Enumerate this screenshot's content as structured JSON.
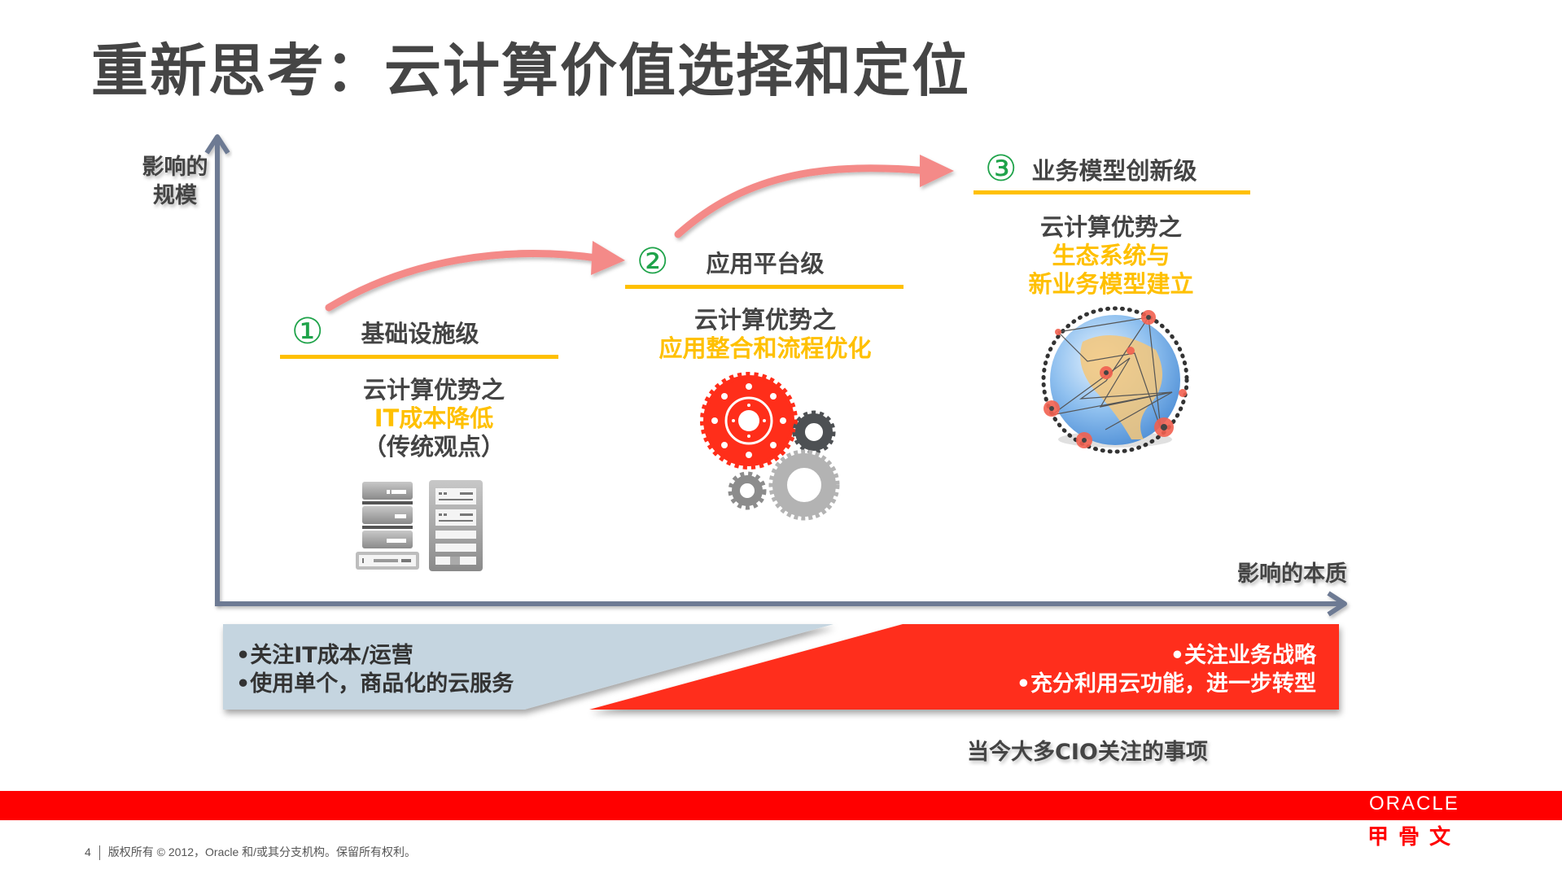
{
  "slide": {
    "title": "重新思考：云计算价值选择和定位",
    "y_axis_label_line1": "影响的",
    "y_axis_label_line2": "规模",
    "x_axis_label": "影响的本质"
  },
  "stages": [
    {
      "number": "①",
      "name": "基础设施级",
      "benefit_prefix": "云计算优势之",
      "benefit_highlight_1": "IT成本降低",
      "benefit_note": "（传统观点）",
      "icon": "server-rack-icon"
    },
    {
      "number": "②",
      "name": "应用平台级",
      "benefit_prefix": "云计算优势之",
      "benefit_highlight_1": "应用整合和流程优化",
      "icon": "gears-icon"
    },
    {
      "number": "③",
      "name": "业务模型创新级",
      "benefit_prefix": "云计算优势之",
      "benefit_highlight_1": "生态系统与",
      "benefit_highlight_2": "新业务模型建立",
      "icon": "network-globe-icon"
    }
  ],
  "bottom_bar": {
    "left_bullets": [
      "•关注IT成本/运营",
      "•使用单个，商品化的云服务"
    ],
    "right_bullets": [
      "•关注业务战略",
      "•充分利用云功能，进一步转型"
    ],
    "caption": "当今大多CIO关注的事项"
  },
  "footer": {
    "page_number": "4",
    "copyright": "版权所有 © 2012，Oracle 和/或其分支机构。保留所有权利。",
    "logo_text": "ORACLE",
    "logo_cn": "甲骨文"
  },
  "colors": {
    "accent_red": "#ff2e1a",
    "footer_red": "#ff0000",
    "gold": "#ffc000",
    "green": "#1fa34a",
    "arrow_pink": "#f48a88",
    "axis_blue_gray": "#6d7a93",
    "light_blue_band": "#c5d5e0"
  }
}
